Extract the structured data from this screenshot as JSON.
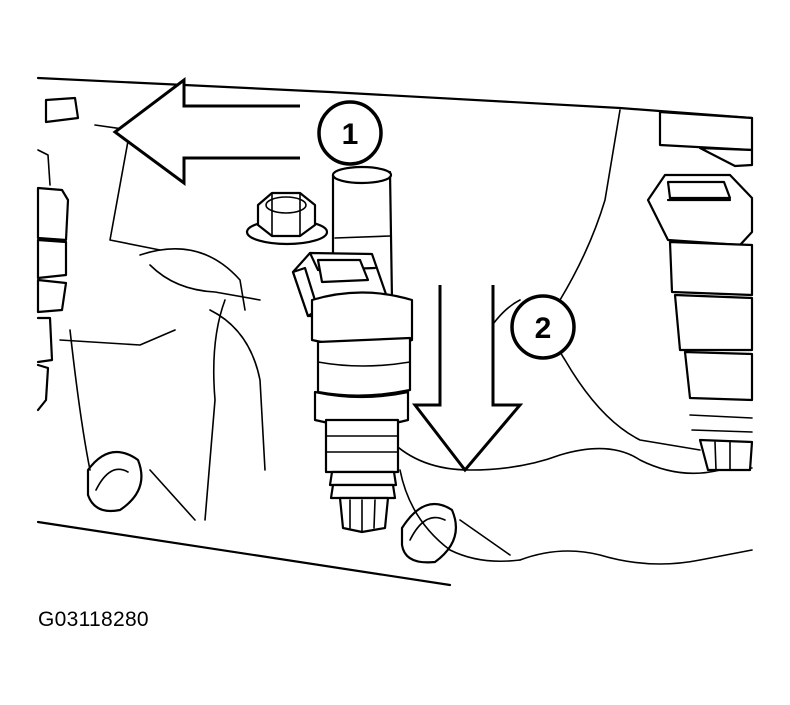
{
  "figure": {
    "code": "G03118280"
  },
  "callouts": [
    {
      "id": "1",
      "label": "1"
    },
    {
      "id": "2",
      "label": "2"
    }
  ],
  "colors": {
    "ink": "#000000",
    "paper": "#ffffff"
  }
}
